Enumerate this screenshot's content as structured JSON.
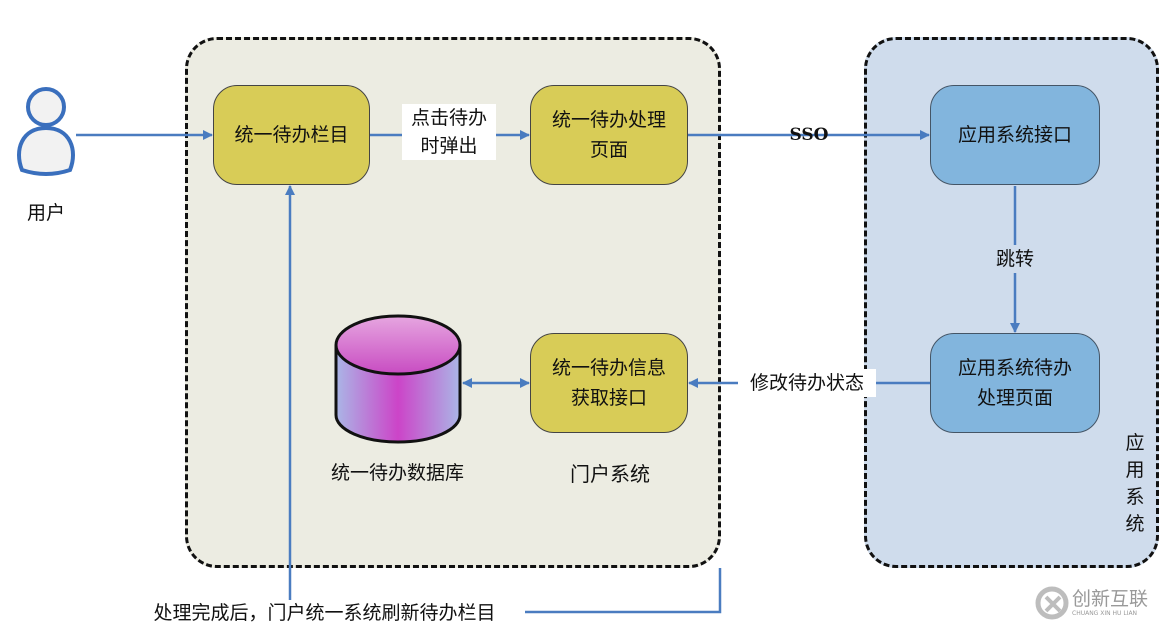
{
  "actor": {
    "label": "用户"
  },
  "portal": {
    "label": "门户系统",
    "todo_column": "统一待办栏目",
    "todo_handler_page": "统一待办处理页面",
    "todo_info_api": "统一待办信息获取接口",
    "database": "统一待办数据库"
  },
  "app_system": {
    "label": "应用系统",
    "interface": "应用系统接口",
    "todo_handler_page": "应用系统待办处理页面"
  },
  "edges": {
    "click_popup": "点击待办时弹出",
    "sso": "SSO",
    "redirect": "跳转",
    "update_status": "修改待办状态",
    "refresh": "处理完成后，门户统一系统刷新待办栏目"
  },
  "watermark": {
    "text": "创新互联",
    "subtext": "CHUANG XIN HU LIAN"
  },
  "colors": {
    "portal_bg": "#ecece2",
    "app_bg": "#cfdcec",
    "yellow_box": "#d8cc57",
    "blue_box": "#82b5dd",
    "arrow": "#4a7cc0"
  }
}
